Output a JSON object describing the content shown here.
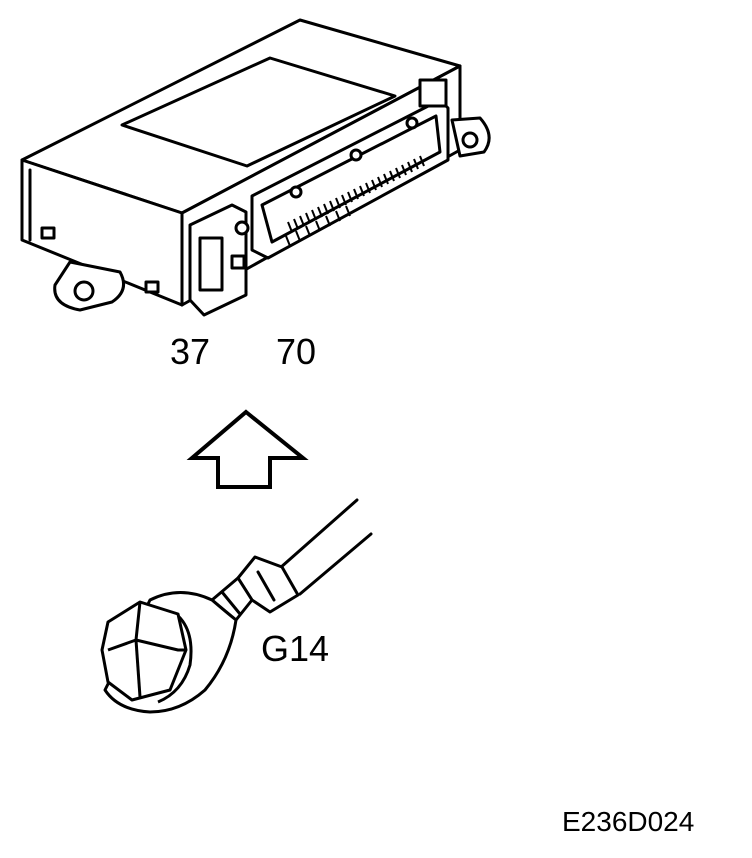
{
  "labels": {
    "pin_37": "37",
    "pin_70": "70",
    "ground_point": "G14",
    "figure_code": "E236D024"
  },
  "colors": {
    "ink": "#000000",
    "paper": "#ffffff"
  }
}
